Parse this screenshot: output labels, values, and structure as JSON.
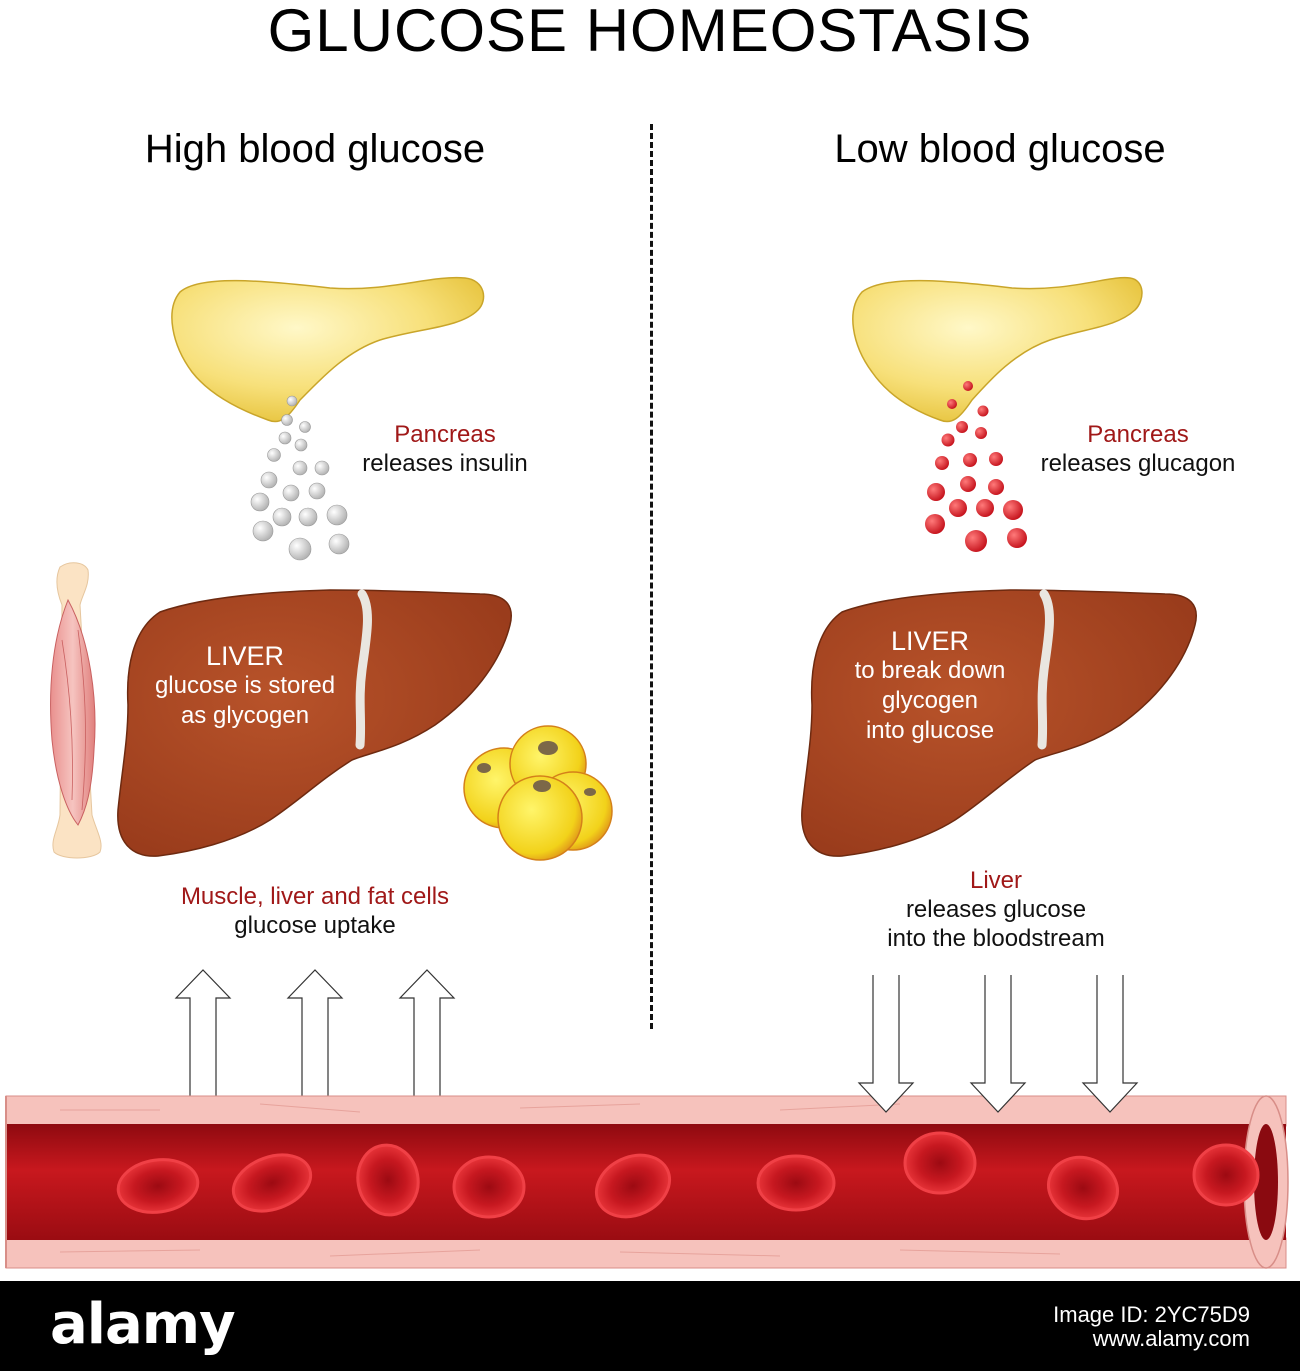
{
  "title": "GLUCOSE HOMEOSTASIS",
  "high": {
    "heading": "High blood glucose",
    "pancreas_title": "Pancreas",
    "pancreas_sub": "releases insulin",
    "liver_head": "LIVER",
    "liver_line1": "glucose is stored",
    "liver_line2": "as glycogen",
    "cells_title": "Muscle, liver and fat cells",
    "cells_sub": "glucose uptake"
  },
  "low": {
    "heading": "Low blood glucose",
    "pancreas_title": "Pancreas",
    "pancreas_sub": "releases glucagon",
    "liver_head": "LIVER",
    "liver_line1": "to break down",
    "liver_line2": "glycogen",
    "liver_line3": "into glucose",
    "release_title": "Liver",
    "release_line1": "releases glucose",
    "release_line2": "into the bloodstream"
  },
  "footer": {
    "logo": "alamy",
    "image_id": "Image ID: 2YC75D9",
    "site": "www.alamy.com"
  },
  "colors": {
    "pancreas": "#f5dc5a",
    "liver": "#b04a1e",
    "vessel_wall": "#f6c2bc",
    "blood": "#c0161c",
    "glucagon": "#e01a22",
    "insulin": "#d4d4d4",
    "label_red": "#a01818"
  }
}
